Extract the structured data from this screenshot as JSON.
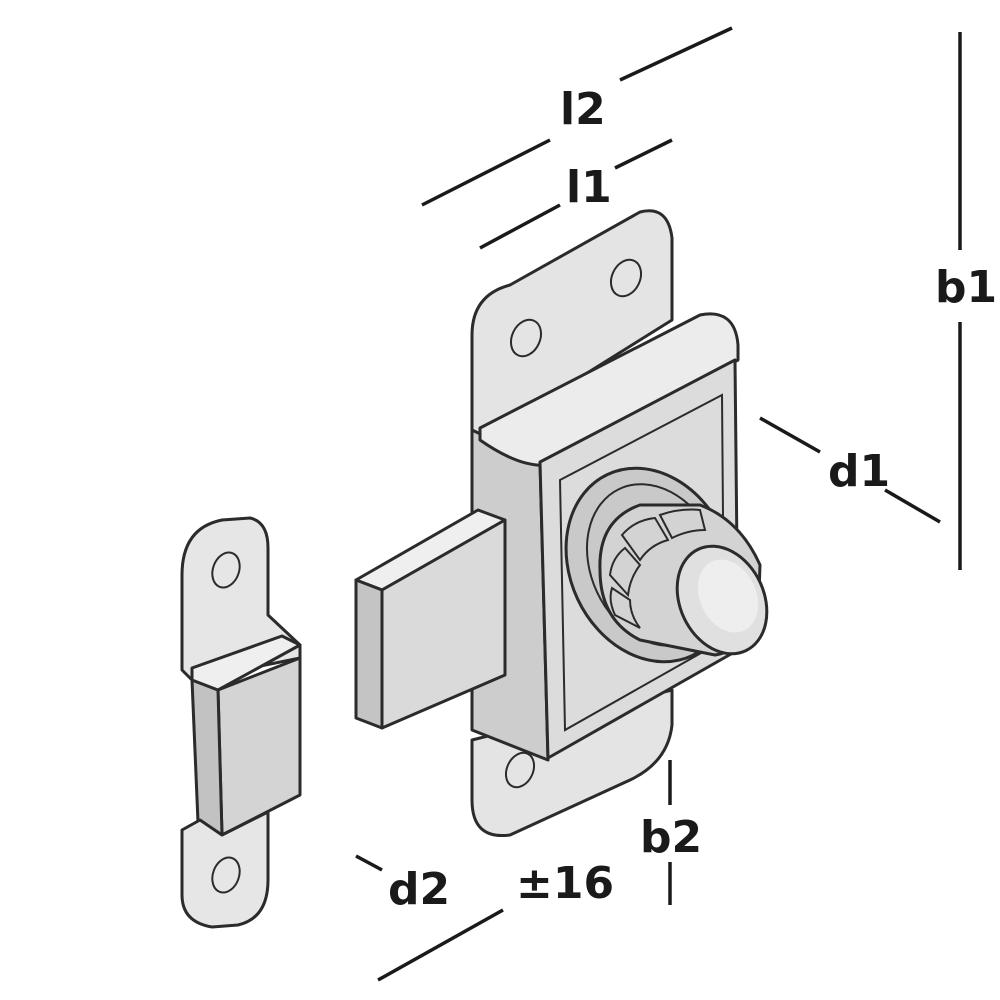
{
  "labels": {
    "l2": "l2",
    "l1": "l1",
    "b1": "b1",
    "d1": "d1",
    "b2": "b2",
    "d2": "d2",
    "offset": "±16"
  },
  "colors": {
    "metal_light": "#e9e9e9",
    "metal_mid": "#d2d2d2",
    "metal_dark": "#b5b5b5",
    "outline": "#2b2b2b",
    "dimension": "#1a1a1a"
  }
}
